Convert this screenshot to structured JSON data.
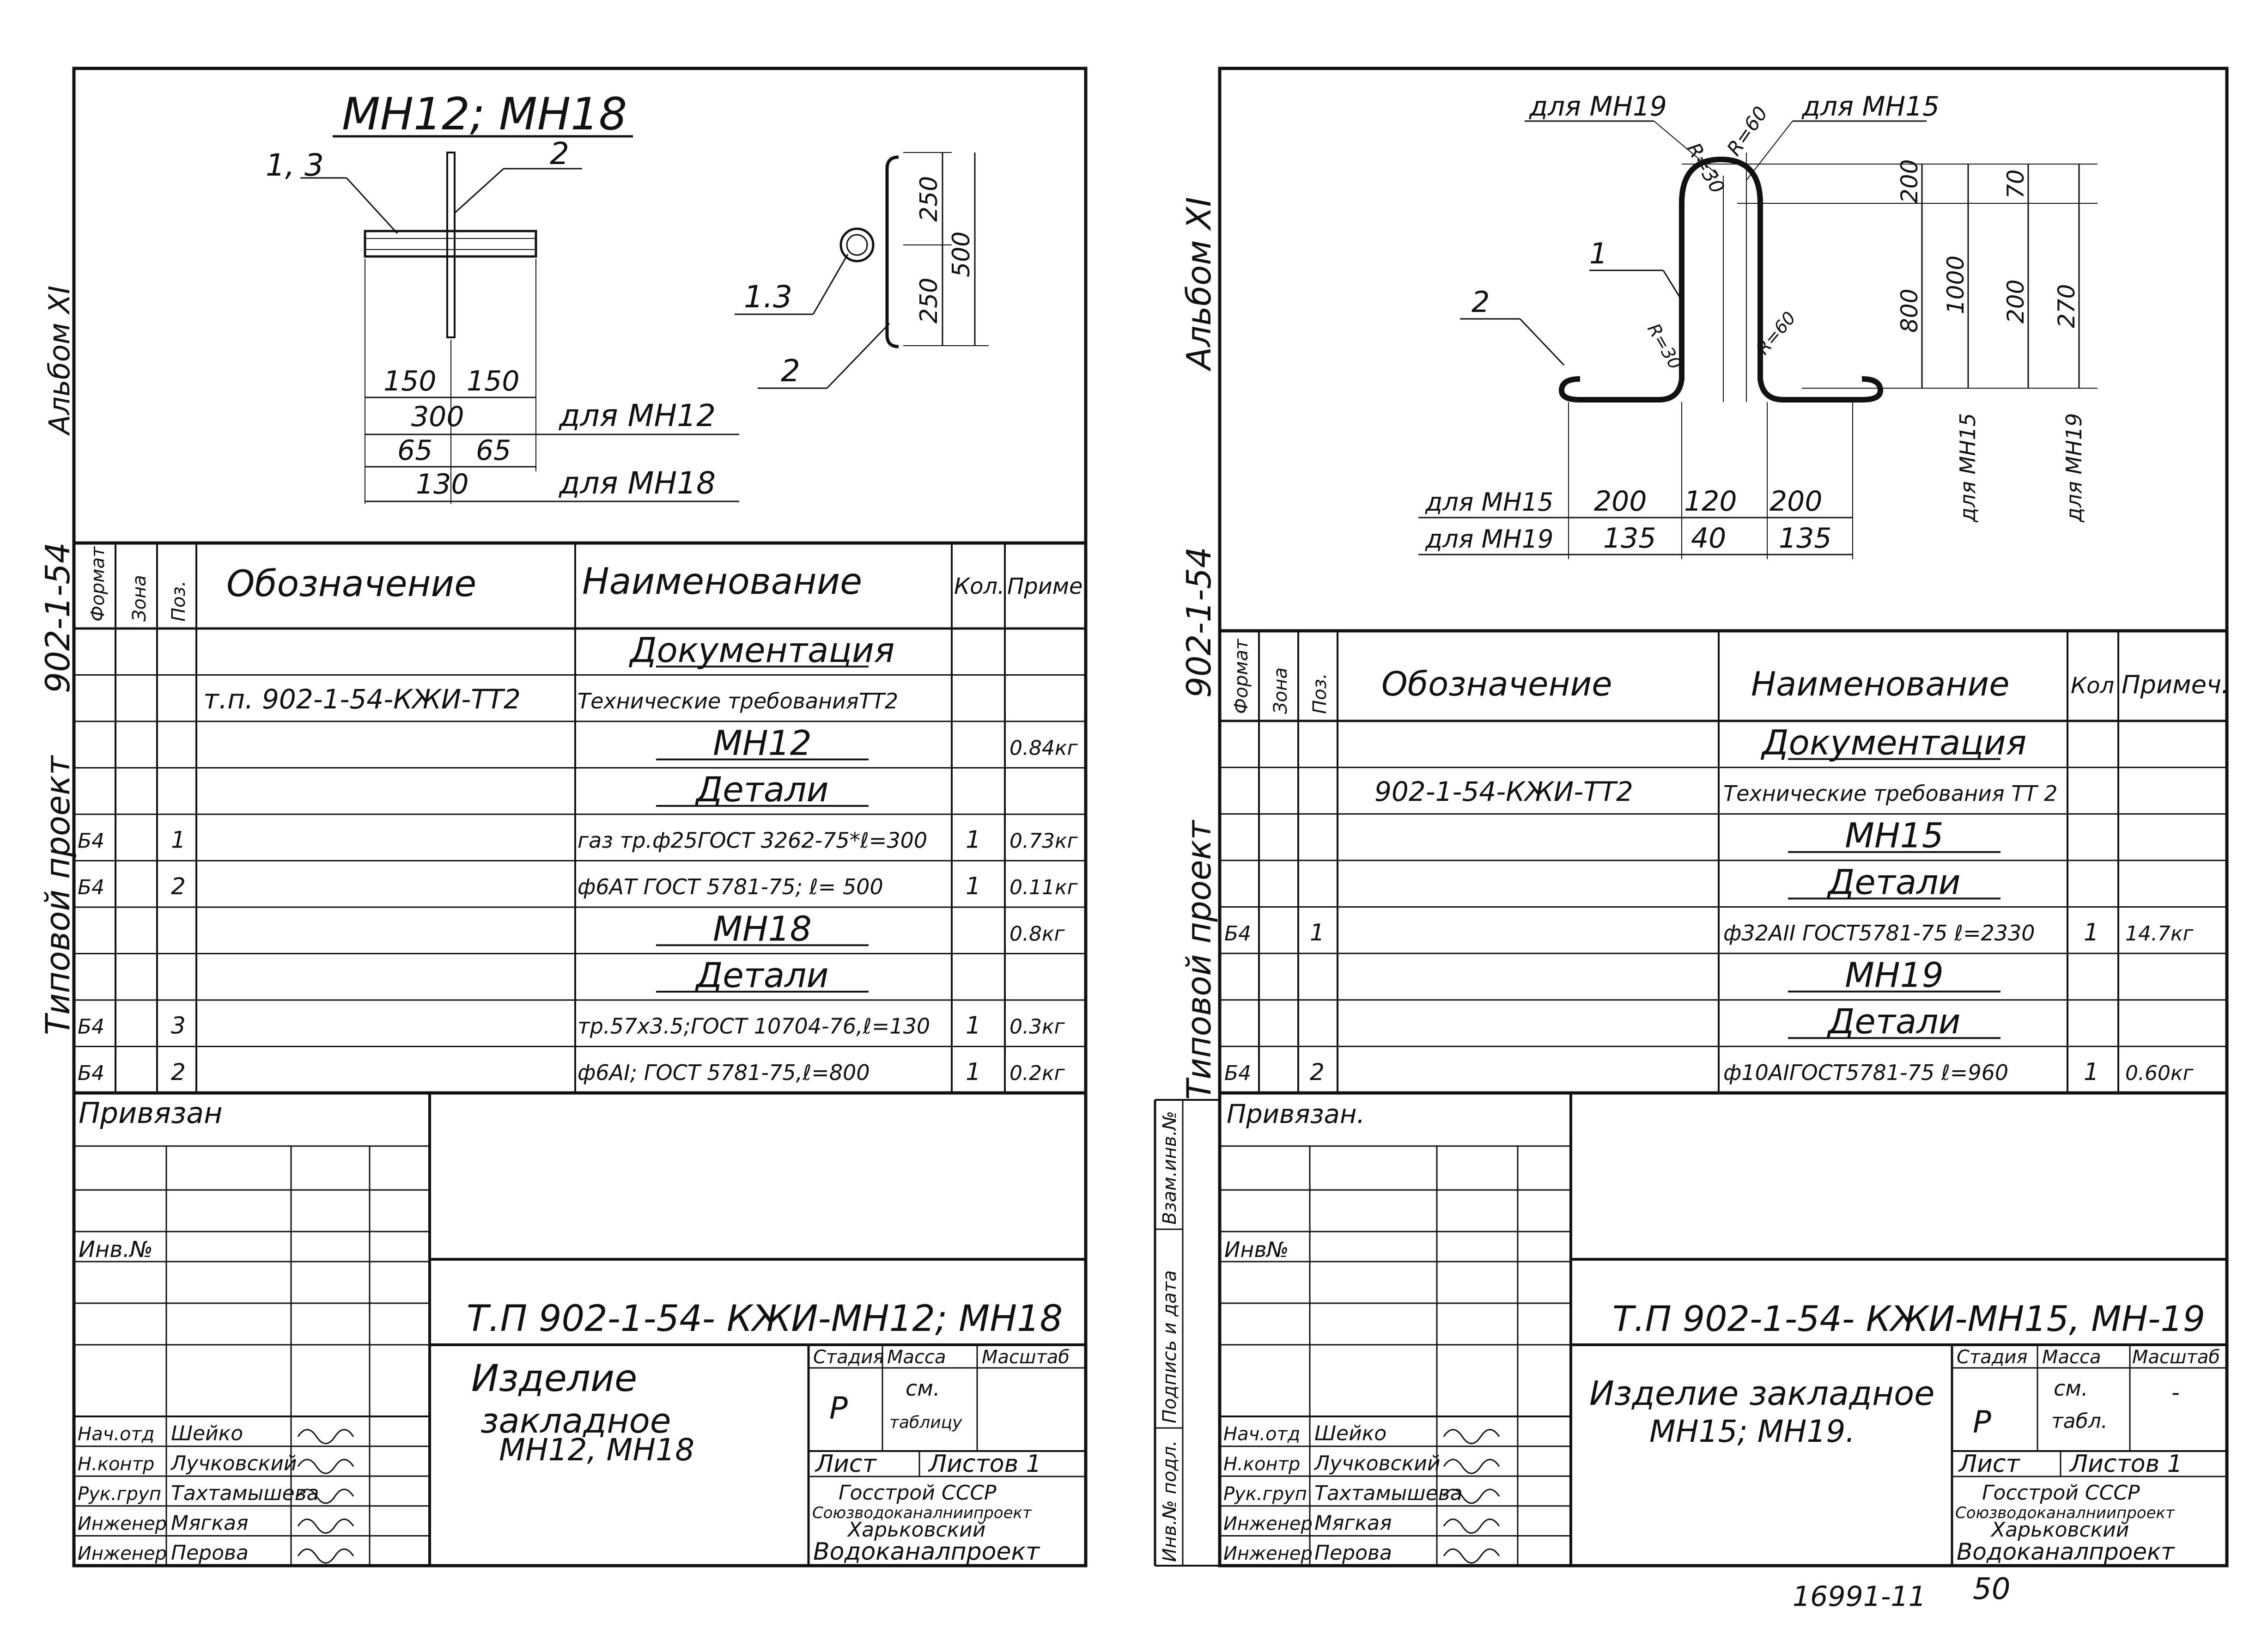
{
  "left": {
    "side_stamp": {
      "typical_project": "Типовой проект",
      "project_no": "902-1-54",
      "album": "Альбом XI"
    },
    "drawing": {
      "title": "МН12; МН18",
      "pos_1_3": "1, 3",
      "pos_2": "2",
      "dim_150a": "150",
      "dim_150b": "150",
      "dim_300": "300",
      "for_mn12": "для МН12",
      "dim_65a": "65",
      "dim_65b": "65",
      "dim_130": "130",
      "for_mn18": "для МН18",
      "side_pos_13": "1.3",
      "side_pos_2": "2",
      "dim_250a": "250",
      "dim_250b": "250",
      "dim_500": "500"
    },
    "spec": {
      "headers": {
        "format": "Формат",
        "zone": "Зона",
        "pos": "Поз.",
        "designation": "Обозначение",
        "name": "Наименование",
        "qty": "Кол.",
        "note": "Приме"
      },
      "rows": [
        {
          "format": "",
          "pos": "",
          "designation": "",
          "name": "Документация",
          "qty": "",
          "note": ""
        },
        {
          "format": "",
          "pos": "",
          "designation": "т.п. 902-1-54-КЖИ-ТТ2",
          "name": "Технические требованияТТ2",
          "qty": "",
          "note": ""
        },
        {
          "format": "",
          "pos": "",
          "designation": "",
          "name": "МН12",
          "qty": "",
          "note": "0.84кг"
        },
        {
          "format": "",
          "pos": "",
          "designation": "",
          "name": "Детали",
          "qty": "",
          "note": ""
        },
        {
          "format": "Б4",
          "pos": "1",
          "designation": "",
          "name": "газ тр.ф25ГОСТ 3262-75*ℓ=300",
          "qty": "1",
          "note": "0.73кг"
        },
        {
          "format": "Б4",
          "pos": "2",
          "designation": "",
          "name": "ф6АТ ГОСТ 5781-75; ℓ= 500",
          "qty": "1",
          "note": "0.11кг"
        },
        {
          "format": "",
          "pos": "",
          "designation": "",
          "name": "МН18",
          "qty": "",
          "note": "0.8кг"
        },
        {
          "format": "",
          "pos": "",
          "designation": "",
          "name": "Детали",
          "qty": "",
          "note": ""
        },
        {
          "format": "Б4",
          "pos": "3",
          "designation": "",
          "name": "тр.57х3.5;ГОСТ 10704-76,ℓ=130",
          "qty": "1",
          "note": "0.3кг"
        },
        {
          "format": "Б4",
          "pos": "2",
          "designation": "",
          "name": "ф6АI; ГОСТ 5781-75,ℓ=800",
          "qty": "1",
          "note": "0.2кг"
        }
      ]
    },
    "stamp": {
      "privyazan": "Привязан",
      "inv": "Инв.№",
      "code": "Т.П 902-1-54-   КЖИ-МН12; МН18",
      "item_line1": "Изделие",
      "item_line2": "закладное",
      "item_line3": "МН12, МН18",
      "stage_h": "Стадия",
      "mass_h": "Масса",
      "scale_h": "Масштаб",
      "stage": "Р",
      "mass_line1": "см.",
      "mass_line2": "таблицу",
      "sheet": "Лист",
      "sheets": "Листов 1",
      "org_line1": "Госстрой СССР",
      "org_line2": "Союзводоканалниипроект",
      "org_line3": "Харьковский",
      "org_line4": "Водоканалпроект",
      "people": [
        {
          "role": "Нач.отд",
          "name": "Шейко"
        },
        {
          "role": "Н.контр",
          "name": "Лучковский"
        },
        {
          "role": "Рук.груп",
          "name": "Тахтамышева"
        },
        {
          "role": "Инженер",
          "name": "Мягкая"
        },
        {
          "role": "Инженер",
          "name": "Перова"
        }
      ]
    }
  },
  "right": {
    "side_stamp": {
      "typical_project": "Типовой проект",
      "project_no": "902-1-54",
      "album": "Альбом XI"
    },
    "side_labels": {
      "vzam": "Взам.инв.№",
      "podpis": "Подпись и дата",
      "invpodl": "Инв.№ подл."
    },
    "drawing": {
      "for_mn19": "для МН19",
      "for_mn15": "для МН15",
      "r30": "R=30",
      "r60": "R=60",
      "r30b": "R=30",
      "r60b": "R=60",
      "pos_1": "1",
      "pos_2": "2",
      "dim_200v": "200",
      "dim_800": "800",
      "dim_1000": "1000",
      "dim_70": "70",
      "dim_200v2": "200",
      "dim_270": "270",
      "vert_for_mn15": "для МН15",
      "vert_for_mn19": "для МН19",
      "row1_label": "для МН15",
      "row1_a": "200",
      "row1_b": "120",
      "row1_c": "200",
      "row2_label": "для МН19",
      "row2_a": "135",
      "row2_b": "40",
      "row2_c": "135"
    },
    "spec": {
      "headers": {
        "format": "Формат",
        "zone": "Зона",
        "pos": "Поз.",
        "designation": "Обозначение",
        "name": "Наименование",
        "qty": "Кол",
        "note": "Примеч."
      },
      "rows": [
        {
          "format": "",
          "pos": "",
          "designation": "",
          "name": "Документация",
          "qty": "",
          "note": ""
        },
        {
          "format": "",
          "pos": "",
          "designation": "902-1-54-КЖИ-ТТ2",
          "name": "Технические требования  ТТ 2",
          "qty": "",
          "note": ""
        },
        {
          "format": "",
          "pos": "",
          "designation": "",
          "name": "МН15",
          "qty": "",
          "note": ""
        },
        {
          "format": "",
          "pos": "",
          "designation": "",
          "name": "Детали",
          "qty": "",
          "note": ""
        },
        {
          "format": "Б4",
          "pos": "1",
          "designation": "",
          "name": "ф32АII ГОСТ5781-75 ℓ=2330",
          "qty": "1",
          "note": "14.7кг"
        },
        {
          "format": "",
          "pos": "",
          "designation": "",
          "name": "МН19",
          "qty": "",
          "note": ""
        },
        {
          "format": "",
          "pos": "",
          "designation": "",
          "name": "Детали",
          "qty": "",
          "note": ""
        },
        {
          "format": "Б4",
          "pos": "2",
          "designation": "",
          "name": "ф10АIГОСТ5781-75  ℓ=960",
          "qty": "1",
          "note": "0.60кг"
        }
      ]
    },
    "stamp": {
      "privyazan": "Привязан.",
      "inv": "Инв№",
      "code": "Т.П 902-1-54-    КЖИ-МН15, МН-19",
      "item_line1": "Изделие закладное",
      "item_line2": "МН15; МН19.",
      "stage_h": "Стадия",
      "mass_h": "Масса",
      "scale_h": "Масштаб",
      "stage": "Р",
      "mass_line1": "см.",
      "mass_line2": "табл.",
      "scale_val": "-",
      "sheet": "Лист",
      "sheets": "Листов 1",
      "org_line1": "Госстрой СССР",
      "org_line2": "Союзводоканалниипроект",
      "org_line3": "Харьковский",
      "org_line4": "Водоканалпроект",
      "people": [
        {
          "role": "Нач.отд",
          "name": "Шейко"
        },
        {
          "role": "Н.контр",
          "name": "Лучковский"
        },
        {
          "role": "Рук.груп",
          "name": "Тахтамышева"
        },
        {
          "role": "Инженер",
          "name": "Мягкая"
        },
        {
          "role": "Инженер",
          "name": "Перова"
        }
      ]
    },
    "footer": {
      "archive_no": "16991-11",
      "page_no": "50"
    }
  }
}
